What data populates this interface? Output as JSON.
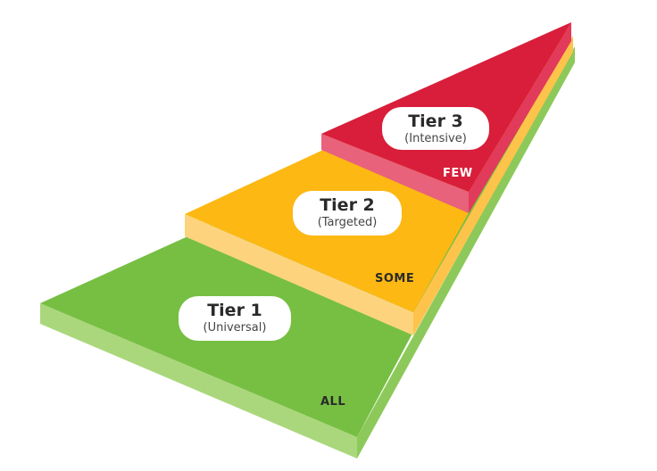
{
  "colors": {
    "tier1_top": "#77bf43",
    "tier1_side": "#abd77c",
    "tier2_top": "#fdb813",
    "tier2_side": "#fdd47d",
    "tier3_top": "#d81e3a",
    "tier3_side": "#e8627b"
  },
  "tiers": [
    {
      "title": "Tier 1",
      "subtitle": "(Universal)",
      "level": "ALL"
    },
    {
      "title": "Tier 2",
      "subtitle": "(Targeted)",
      "level": "SOME"
    },
    {
      "title": "Tier 3",
      "subtitle": "(Intensive)",
      "level": "FEW"
    }
  ]
}
